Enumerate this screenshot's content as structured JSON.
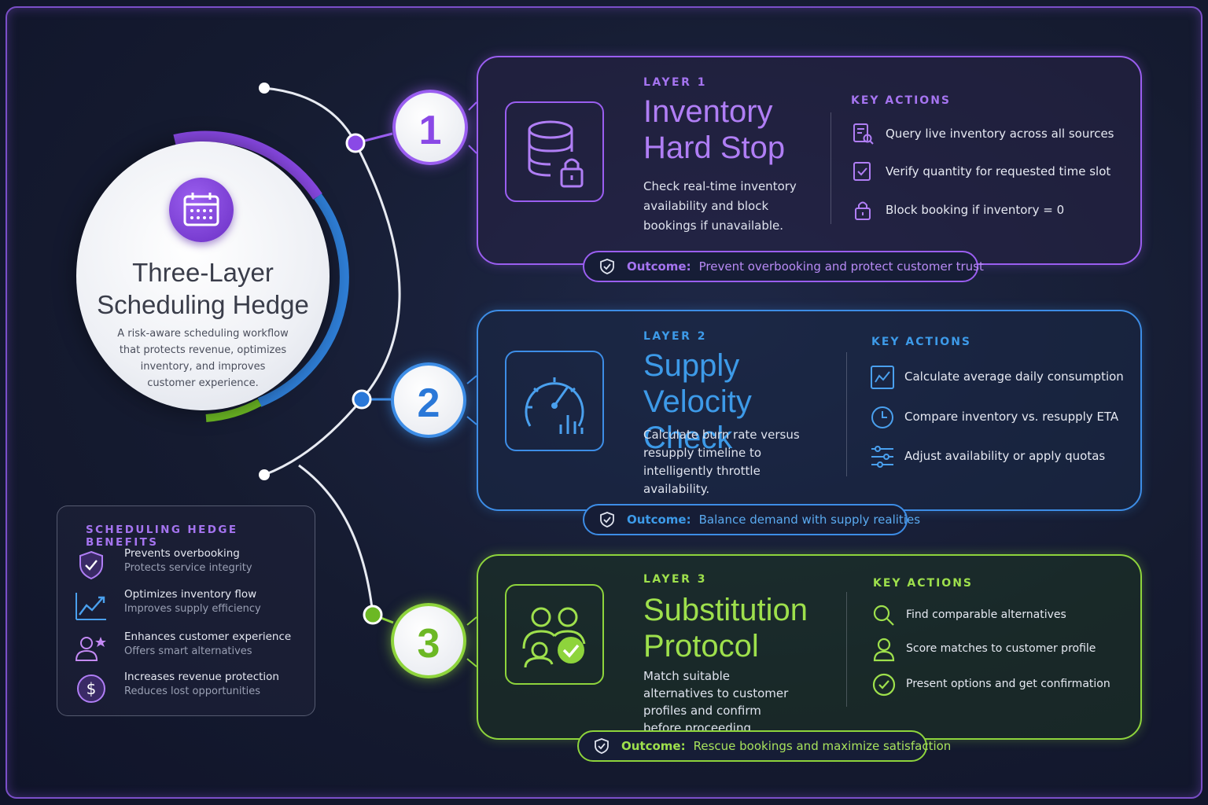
{
  "hero": {
    "title": "Three-Layer Scheduling Hedge",
    "subtitle": "A risk-aware scheduling workflow that protects revenue, optimizes inventory, and improves customer experience.",
    "icon": "calendar-icon"
  },
  "colors": {
    "layer1": "#9a5ef0",
    "layer2": "#3d8de6",
    "layer3": "#8ed43c",
    "background": "#151b30"
  },
  "layers": [
    {
      "number": "1",
      "label": "LAYER 1",
      "title": "Inventory Hard Stop",
      "description": "Check real-time inventory availability and block bookings if unavailable.",
      "icon": "database-lock-icon",
      "key_actions_title": "KEY ACTIONS",
      "actions": [
        {
          "icon": "document-search-icon",
          "text": "Query live inventory across all sources"
        },
        {
          "icon": "clipboard-check-icon",
          "text": "Verify quantity for requested time slot"
        },
        {
          "icon": "lock-icon",
          "text": "Block booking if inventory = 0"
        }
      ],
      "outcome_label": "Outcome:",
      "outcome_text": "Prevent overbooking and protect customer trust"
    },
    {
      "number": "2",
      "label": "LAYER 2",
      "title": "Supply Velocity Check",
      "description": "Calculate burn rate versus resupply timeline to intelligently throttle availability.",
      "icon": "speedometer-icon",
      "key_actions_title": "KEY ACTIONS",
      "actions": [
        {
          "icon": "line-chart-icon",
          "text": "Calculate average daily consumption"
        },
        {
          "icon": "clock-icon",
          "text": "Compare inventory vs. resupply ETA"
        },
        {
          "icon": "sliders-icon",
          "text": "Adjust availability or apply quotas"
        }
      ],
      "outcome_label": "Outcome:",
      "outcome_text": "Balance demand with supply realities"
    },
    {
      "number": "3",
      "label": "LAYER 3",
      "title": "Substitution Protocol",
      "description": "Match suitable alternatives to customer profiles and confirm before proceeding.",
      "icon": "users-check-icon",
      "key_actions_title": "KEY ACTIONS",
      "actions": [
        {
          "icon": "search-icon",
          "text": "Find comparable alternatives"
        },
        {
          "icon": "user-icon",
          "text": "Score matches to customer profile"
        },
        {
          "icon": "check-circle-icon",
          "text": "Present options and get confirmation"
        }
      ],
      "outcome_label": "Outcome:",
      "outcome_text": "Rescue bookings and maximize satisfaction"
    }
  ],
  "benefits": {
    "title": "SCHEDULING HEDGE BENEFITS",
    "items": [
      {
        "icon": "shield-check-icon",
        "title": "Prevents overbooking",
        "subtitle": "Protects service integrity"
      },
      {
        "icon": "trend-up-icon",
        "title": "Optimizes inventory flow",
        "subtitle": "Improves supply efficiency"
      },
      {
        "icon": "user-star-icon",
        "title": "Enhances customer experience",
        "subtitle": "Offers smart alternatives"
      },
      {
        "icon": "dollar-circle-icon",
        "title": "Increases revenue protection",
        "subtitle": "Reduces lost opportunities"
      }
    ]
  }
}
